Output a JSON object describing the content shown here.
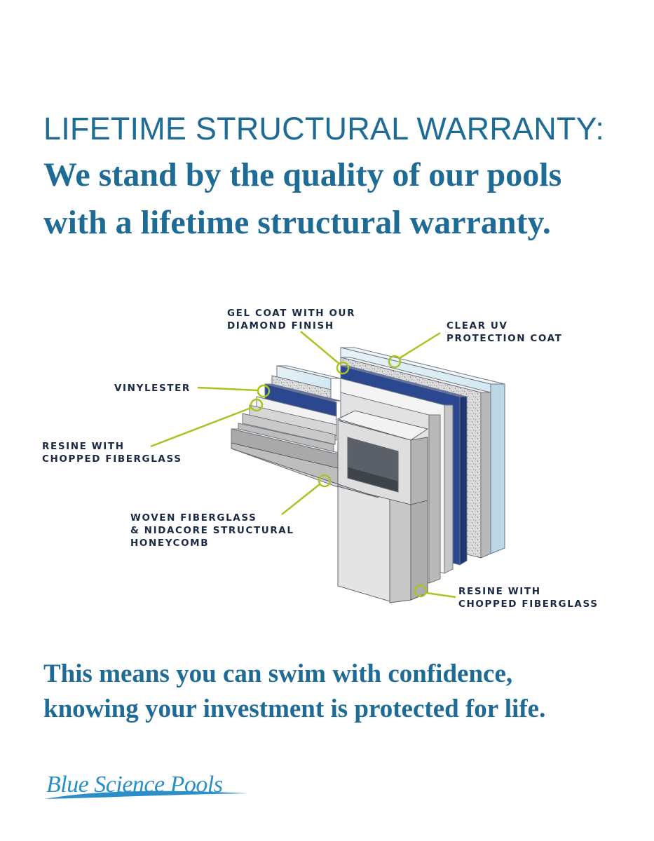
{
  "heading": {
    "line1": "LIFETIME STRUCTURAL WARRANTY:",
    "line2": "We stand by the quality of our pools",
    "line3": "with a lifetime structural warranty."
  },
  "diagram": {
    "callouts": [
      {
        "line1": "GEL COAT WITH OUR",
        "line2": "DIAMOND FINISH"
      },
      {
        "line1": "CLEAR UV",
        "line2": "PROTECTION COAT"
      },
      {
        "line1": "VINYLESTER"
      },
      {
        "line1": "RESINE WITH",
        "line2": "CHOPPED FIBERGLASS"
      },
      {
        "line1": "WOVEN FIBERGLASS",
        "line2": "& NIDACORE STRUCTURAL",
        "line3": "HONEYCOMB"
      },
      {
        "line1": "RESINE WITH",
        "line2": "CHOPPED FIBERGLASS"
      }
    ]
  },
  "closing": {
    "line1": "This means you can swim with confidence,",
    "line2": "knowing your investment is protected for life."
  },
  "logo": {
    "text": "Blue Science Pools"
  },
  "colors": {
    "heading_blue": "#1e6b96",
    "callout_navy": "#1b2a44",
    "leader_green": "#a7c520",
    "layer_blue": "#2b4790"
  }
}
